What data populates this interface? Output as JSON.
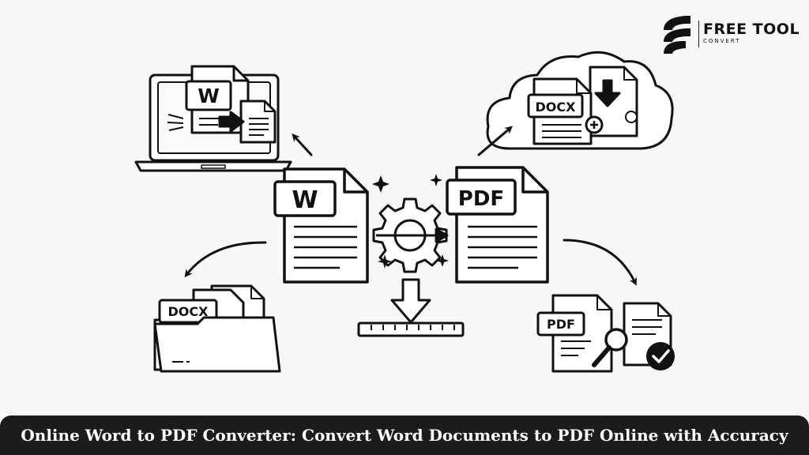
{
  "logo": {
    "name": "FREE TOOL",
    "sub": "CONVERT"
  },
  "labels": {
    "laptop_doc": "W",
    "cloud_doc": "DOCX",
    "center_word": "W",
    "center_pdf": "PDF",
    "folder_doc": "DOCX",
    "result_doc": "PDF"
  },
  "caption": "Online Word to PDF Converter: Convert Word Documents to PDF Online with Accuracy"
}
